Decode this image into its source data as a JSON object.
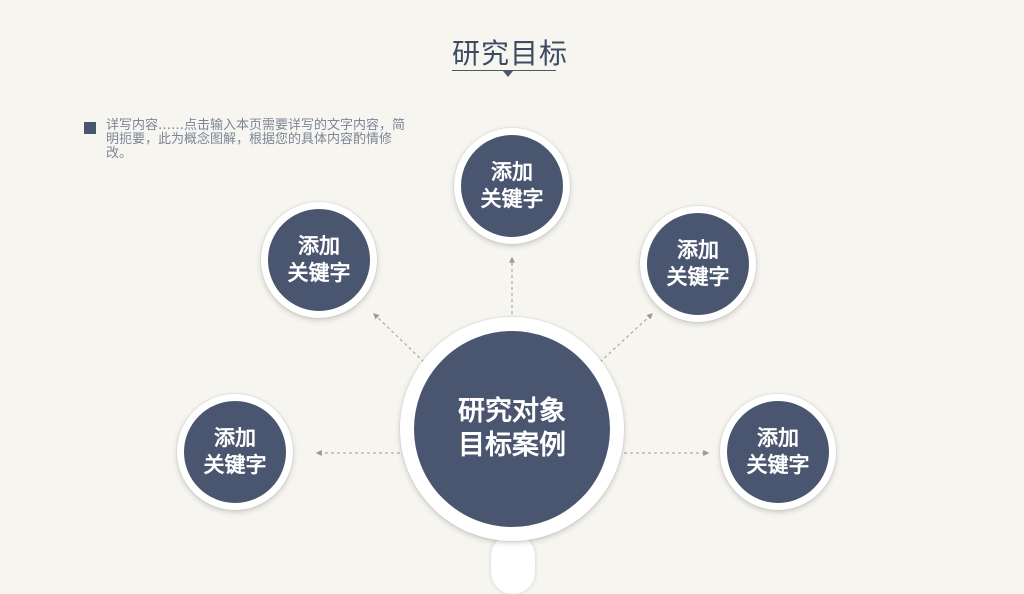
{
  "title": "研究目标",
  "note": {
    "text": "详写内容……点击输入本页需要详写的文字内容，简明扼要，此为概念图解，根据您的具体内容酌情修改。"
  },
  "center": {
    "line1": "研究对象",
    "line2": "目标案例"
  },
  "nodes": [
    {
      "line1": "添加",
      "line2": "关键字"
    },
    {
      "line1": "添加",
      "line2": "关键字"
    },
    {
      "line1": "添加",
      "line2": "关键字"
    },
    {
      "line1": "添加",
      "line2": "关键字"
    },
    {
      "line1": "添加",
      "line2": "关键字"
    }
  ],
  "colors": {
    "background": "#f6f5f0",
    "circle_fill": "#4a5670",
    "circle_ring": "#ffffff",
    "connector": "#9a9a9a",
    "title_text": "#3c4a63"
  }
}
